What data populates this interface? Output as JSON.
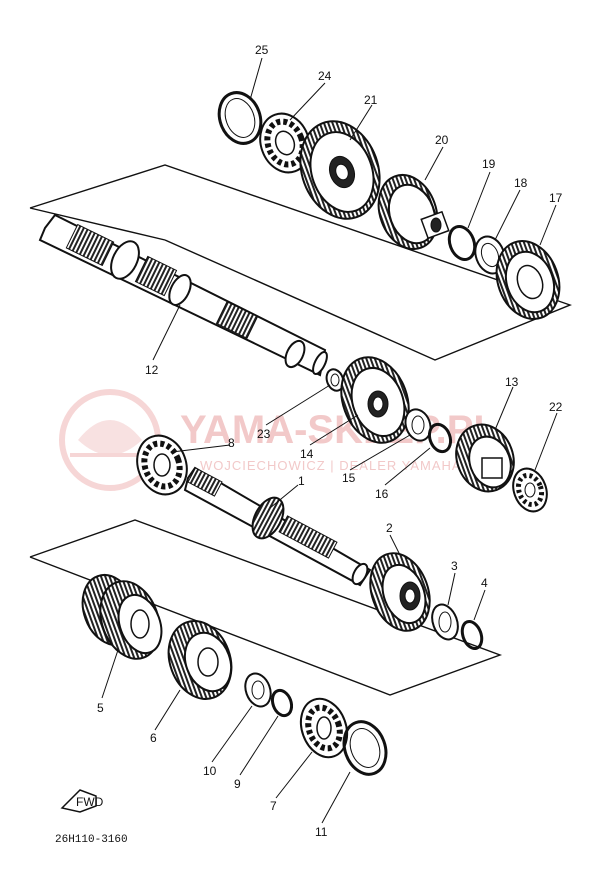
{
  "diagram": {
    "drawing_code": "26H110-3160",
    "fwd_label": "FWD",
    "watermark": {
      "text": "YAMA-SKLEP.PL",
      "subtext": "WOJCIECHOWICZ | DEALER YAMAHA"
    },
    "callouts": [
      {
        "id": "c1",
        "label": "1"
      },
      {
        "id": "c2",
        "label": "2"
      },
      {
        "id": "c3",
        "label": "3"
      },
      {
        "id": "c4",
        "label": "4"
      },
      {
        "id": "c5",
        "label": "5"
      },
      {
        "id": "c6",
        "label": "6"
      },
      {
        "id": "c7",
        "label": "7"
      },
      {
        "id": "c8",
        "label": "8"
      },
      {
        "id": "c9",
        "label": "9"
      },
      {
        "id": "c10",
        "label": "10"
      },
      {
        "id": "c11",
        "label": "11"
      },
      {
        "id": "c12",
        "label": "12"
      },
      {
        "id": "c13",
        "label": "13"
      },
      {
        "id": "c14",
        "label": "14"
      },
      {
        "id": "c15",
        "label": "15"
      },
      {
        "id": "c16",
        "label": "16"
      },
      {
        "id": "c17",
        "label": "17"
      },
      {
        "id": "c18",
        "label": "18"
      },
      {
        "id": "c19",
        "label": "19"
      },
      {
        "id": "c20",
        "label": "20"
      },
      {
        "id": "c21",
        "label": "21"
      },
      {
        "id": "c22",
        "label": "22"
      },
      {
        "id": "c23",
        "label": "23"
      },
      {
        "id": "c24",
        "label": "24"
      },
      {
        "id": "c25",
        "label": "25"
      }
    ]
  }
}
